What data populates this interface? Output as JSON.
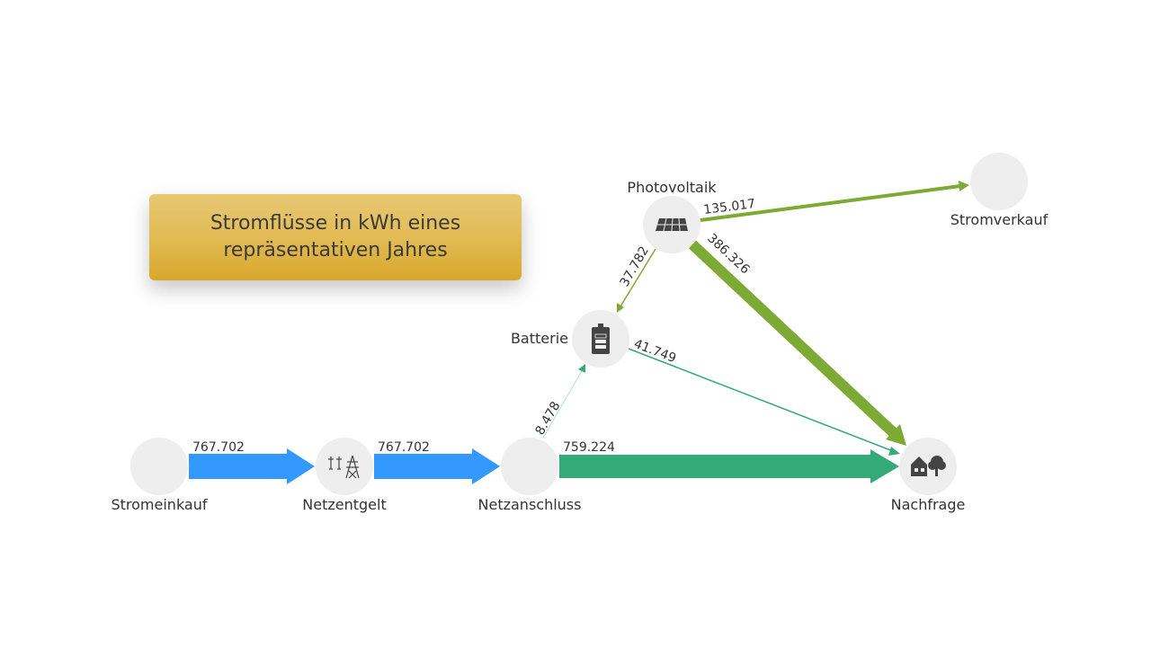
{
  "title": "Stromflüsse in kWh eines repräsentativen Jahres",
  "colors": {
    "grid": "#3399ff",
    "grid_connection": "#33aa77",
    "pv": "#7daa35",
    "node": "#eeeeee",
    "icon": "#444444",
    "title_top": "#e7c875",
    "title_bottom": "#d7a82b"
  },
  "nodes": {
    "stromeinkauf": {
      "label": "Stromeinkauf",
      "icon": "none"
    },
    "netzentgelt": {
      "label": "Netzentgelt",
      "icon": "power-pylon-icon"
    },
    "netzanschluss": {
      "label": "Netzanschluss",
      "icon": "none"
    },
    "nachfrage": {
      "label": "Nachfrage",
      "icon": "house-tree-icon"
    },
    "photovoltaik": {
      "label": "Photovoltaik",
      "icon": "solar-panel-icon"
    },
    "batterie": {
      "label": "Batterie",
      "icon": "battery-icon"
    },
    "stromverkauf": {
      "label": "Stromverkauf",
      "icon": "none"
    }
  },
  "flows": {
    "einkauf_netzentgelt": {
      "from": "Stromeinkauf",
      "to": "Netzentgelt",
      "value": 767702,
      "label": "767.702"
    },
    "netzentgelt_netzanschluss": {
      "from": "Netzentgelt",
      "to": "Netzanschluss",
      "value": 767702,
      "label": "767.702"
    },
    "netzanschluss_nachfrage": {
      "from": "Netzanschluss",
      "to": "Nachfrage",
      "value": 759224,
      "label": "759.224"
    },
    "netzanschluss_batterie": {
      "from": "Netzanschluss",
      "to": "Batterie",
      "value": 8478,
      "label": "8.478"
    },
    "pv_stromverkauf": {
      "from": "Photovoltaik",
      "to": "Stromverkauf",
      "value": 135017,
      "label": "135.017"
    },
    "pv_batterie": {
      "from": "Photovoltaik",
      "to": "Batterie",
      "value": 37782,
      "label": "37.782"
    },
    "pv_nachfrage": {
      "from": "Photovoltaik",
      "to": "Nachfrage",
      "value": 386326,
      "label": "386.326"
    },
    "batterie_nachfrage": {
      "from": "Batterie",
      "to": "Nachfrage",
      "value": 41749,
      "label": "41.749"
    }
  }
}
